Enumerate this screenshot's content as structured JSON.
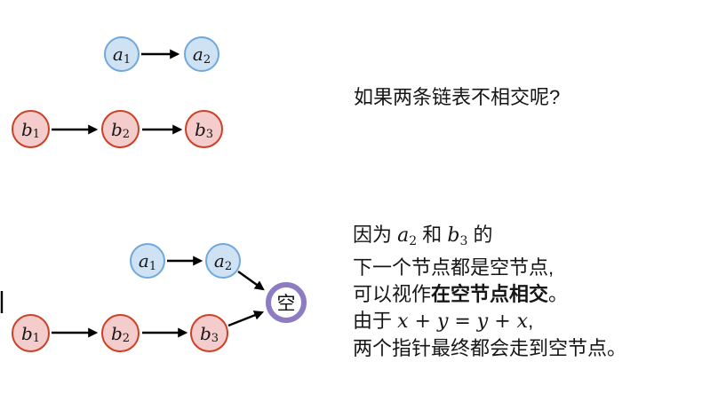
{
  "palette": {
    "blue_fill": "#cfe2f3",
    "blue_stroke": "#6fa8dc",
    "red_fill": "#f4cccc",
    "red_stroke": "#cc4125",
    "purple_stroke": "#8e7cc3",
    "null_fill": "#ffffff",
    "arrow": "#000000",
    "text": "#161616"
  },
  "labels": {
    "a1": {
      "base": "a",
      "sub": "1"
    },
    "a2": {
      "base": "a",
      "sub": "2"
    },
    "b1": {
      "base": "b",
      "sub": "1"
    },
    "b2": {
      "base": "b",
      "sub": "2"
    },
    "b3": {
      "base": "b",
      "sub": "3"
    },
    "empty": {
      "label": "空"
    }
  },
  "texts": {
    "question": "如果两条链表不相交呢?",
    "l1_pre": "因为 ",
    "l1_v1b": "a",
    "l1_v1s": "2",
    "l1_mid": " 和 ",
    "l1_v2b": "b",
    "l1_v2s": "3",
    "l1_post": " 的",
    "l2": "下一个节点都是空节点,",
    "l3_pre": "可以视作",
    "l3_bold": "在空节点相交",
    "l3_post": "。",
    "l4_pre": "由于 ",
    "l4_math": "x + y = y + x",
    "l4_post": ",",
    "l5": "两个指针最终都会走到空节点。"
  }
}
